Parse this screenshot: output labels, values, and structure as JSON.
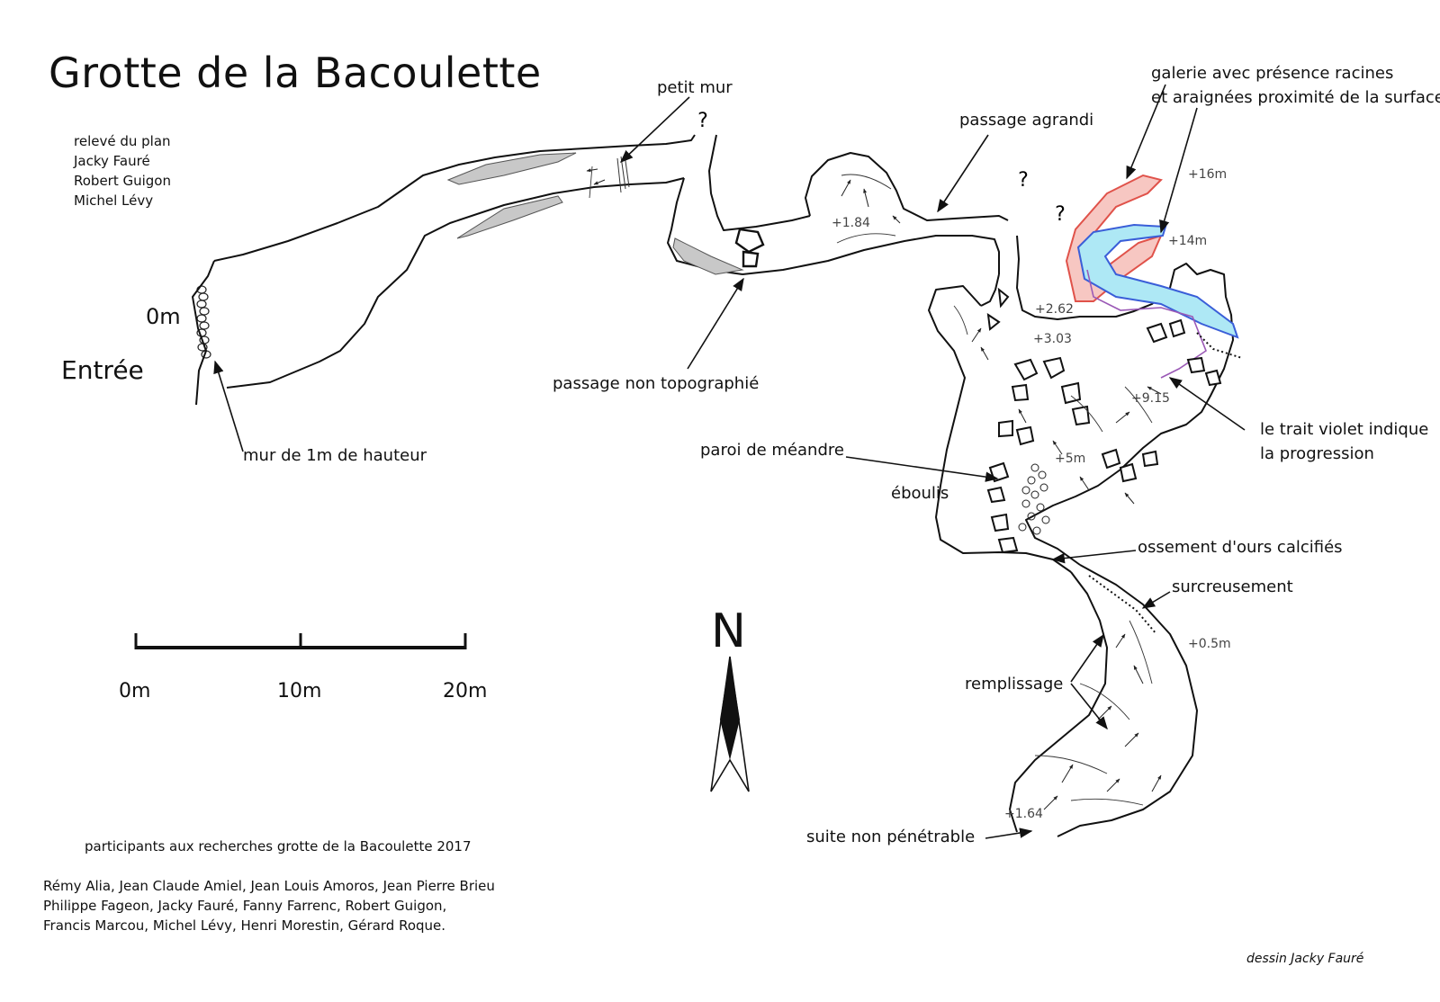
{
  "title": "Grotte de la Bacoulette",
  "credits": [
    "relevé du plan",
    "Jacky Fauré",
    "Robert Guigon",
    "Michel Lévy"
  ],
  "labels": {
    "entrance_depth": "0m",
    "entrance": "Entrée",
    "wall_1m": "mur de 1m de hauteur",
    "small_wall": "petit mur",
    "unsurveyed": "passage non topographié",
    "enlarged": "passage agrandi",
    "gallery": [
      "galerie avec présence racines",
      "et araignées proximité de la surface"
    ],
    "violet_line": [
      "le trait violet indique",
      "la progression"
    ],
    "meander_wall": "paroi de méandre",
    "scree": "éboulis",
    "bear_bones": "ossement d'ours calcifiés",
    "overdeepening": "surcreusement",
    "fill": "remplissage",
    "impassable": "suite non pénétrable",
    "question": "?"
  },
  "depths": {
    "d184": "+1.84",
    "d16": "+16m",
    "d14": "+14m",
    "d262": "+2.62",
    "d303": "+3.03",
    "d915": "+9.15",
    "d5": "+5m",
    "d05": "+0.5m",
    "d164": "+1.64"
  },
  "scale": {
    "labels": [
      "0m",
      "10m",
      "20m"
    ]
  },
  "north": "N",
  "participants": {
    "title": "participants aux recherches grotte de la Bacoulette 2017",
    "names": [
      "Rémy Alia, Jean Claude Amiel, Jean Louis Amoros, Jean Pierre Brieu",
      "Philippe Fageon,  Jacky Fauré, Fanny Farrenc, Robert Guigon,",
      "Francis Marcou, Michel Lévy, Henri Morestin, Gérard Roque."
    ]
  },
  "author": "dessin Jacky Fauré",
  "colors": {
    "ink": "#111111",
    "shade": "#c8c8c8",
    "red_gallery_fill": "#f7c7c2",
    "red_gallery_stroke": "#e0524a",
    "blue_gallery_fill": "#aee8f5",
    "blue_gallery_stroke": "#3a5ed8",
    "violet_line": "#9b59b6"
  },
  "icons": [
    "north-arrow-icon",
    "rock-block-icon",
    "flow-arrow-icon"
  ]
}
